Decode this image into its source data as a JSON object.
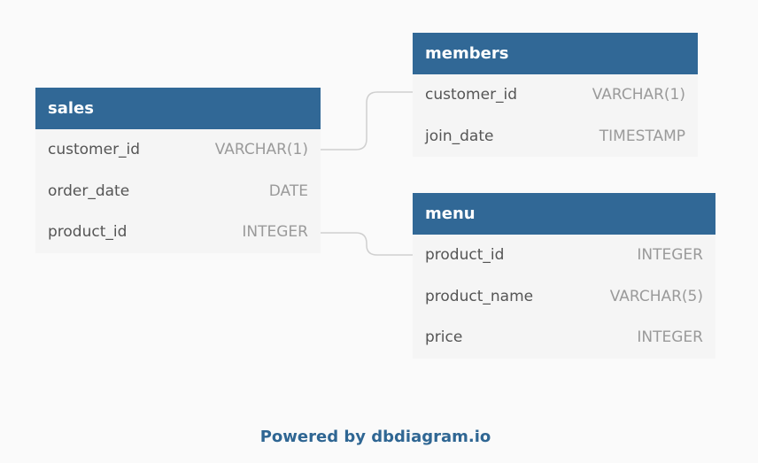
{
  "tables": {
    "sales": {
      "name": "sales",
      "fields": [
        {
          "name": "customer_id",
          "type": "VARCHAR(1)"
        },
        {
          "name": "order_date",
          "type": "DATE"
        },
        {
          "name": "product_id",
          "type": "INTEGER"
        }
      ]
    },
    "members": {
      "name": "members",
      "fields": [
        {
          "name": "customer_id",
          "type": "VARCHAR(1)"
        },
        {
          "name": "join_date",
          "type": "TIMESTAMP"
        }
      ]
    },
    "menu": {
      "name": "menu",
      "fields": [
        {
          "name": "product_id",
          "type": "INTEGER"
        },
        {
          "name": "product_name",
          "type": "VARCHAR(5)"
        },
        {
          "name": "price",
          "type": "INTEGER"
        }
      ]
    }
  },
  "relationships": [
    {
      "from": "sales.customer_id",
      "to": "members.customer_id"
    },
    {
      "from": "sales.product_id",
      "to": "menu.product_id"
    }
  ],
  "footer": "Powered by dbdiagram.io",
  "colors": {
    "header": "#316896",
    "body": "#f5f5f5",
    "background": "#fafafa",
    "field_name": "#555555",
    "field_type": "#9a9a9a",
    "connector": "#cfcfcf",
    "footer": "#2f6693"
  }
}
